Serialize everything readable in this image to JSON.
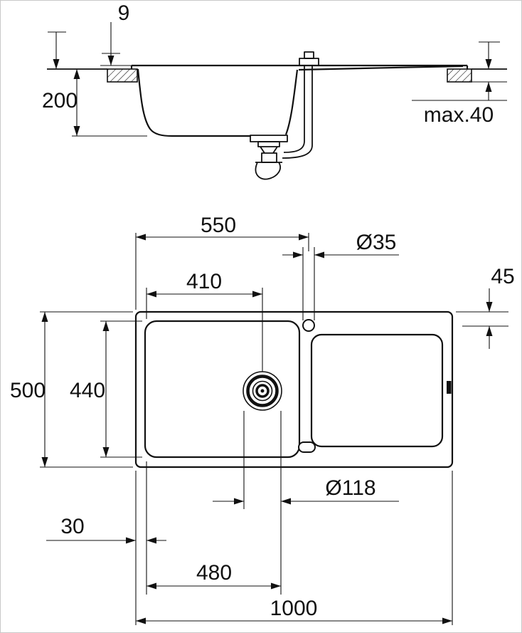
{
  "drawing": {
    "background": "#ffffff",
    "line_color": "#111111",
    "section_view": {
      "rim_height": "9",
      "bowl_depth": "200",
      "max_worktop_thickness": "max.40"
    },
    "plan_view": {
      "tap_center_from_left": "550",
      "tap_hole_diameter": "Ø35",
      "tap_center_from_top": "45",
      "drain_center_from_bowl_edge": "410",
      "overall_depth": "500",
      "bowl_inner_depth": "440",
      "drain_diameter": "Ø118",
      "bowl_edge_margin": "30",
      "bowl_drain_span": "480",
      "overall_length": "1000"
    }
  }
}
